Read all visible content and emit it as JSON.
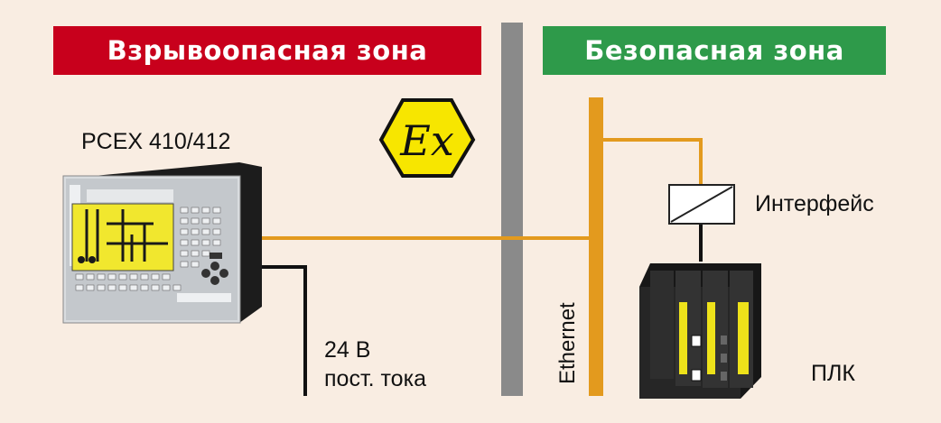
{
  "zones": {
    "hazardous": {
      "label": "Взрывоопасная зона",
      "color": "#c8001c"
    },
    "safe": {
      "label": "Безопасная зона",
      "color": "#2e9a4a"
    }
  },
  "device": {
    "name": "PCEX 410/412",
    "screen_color": "#f1e72e"
  },
  "ex_symbol": {
    "text": "Ex",
    "color": "#f7e600"
  },
  "power": {
    "line1": "24 В",
    "line2": "пост. тока"
  },
  "network": {
    "bus_label": "Ethernet",
    "bus_color": "#e39a1e"
  },
  "interface": {
    "label": "Интерфейс"
  },
  "plc": {
    "label": "ПЛК",
    "accent_color": "#eee21a"
  },
  "barrier_color": "#8a8a8a"
}
